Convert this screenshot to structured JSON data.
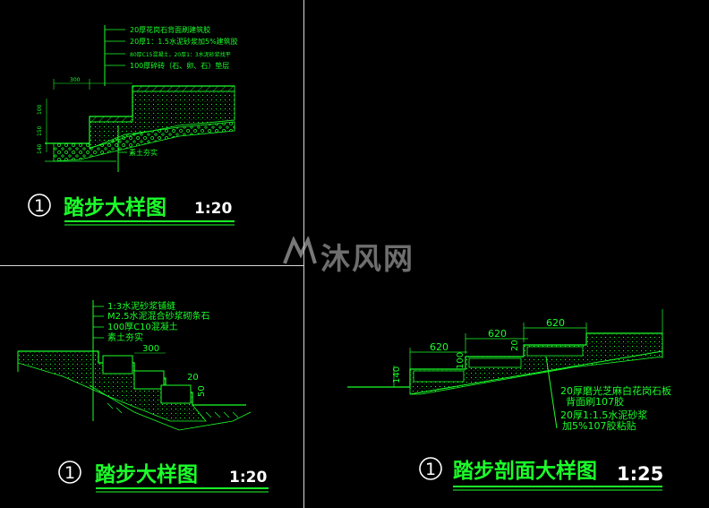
{
  "watermark": {
    "text": "沐风网"
  },
  "panel_top_left": {
    "callouts": [
      "20厚花岗石背面刷建筑胶",
      "20厚1：1.5水泥砂浆加5%建筑胶",
      "80厚C15混凝土，20厚1：3水泥砂浆找平",
      "100厚碎砖（石、卵、石）垫层"
    ],
    "dims": {
      "d300": "300",
      "d100": "100",
      "d150": "150",
      "d140": "140"
    },
    "soil_label": "素土夯实",
    "title_number": "1",
    "title_text": "踏步大样图",
    "scale": "1:20"
  },
  "panel_bottom_left": {
    "callouts": [
      "1:3水泥砂浆铺缝",
      "M2.5水泥混合砂浆砌条石",
      "100厚C10混凝土",
      "素土夯实"
    ],
    "dims": {
      "d300": "300",
      "d20": "20",
      "d50": "50"
    },
    "title_number": "1",
    "title_text": "踏步大样图",
    "scale": "1:20"
  },
  "panel_bottom_right": {
    "dims": {
      "d620a": "620",
      "d620b": "620",
      "d620c": "620",
      "d20": "20",
      "d100": "100",
      "d140": "140"
    },
    "callouts": [
      "20厚磨光芝麻白花岗石板",
      "背面刷107胶",
      "20厚1:1.5水泥砂浆",
      "加5%107胶粘贴"
    ],
    "title_number": "1",
    "title_text": "踏步剖面大样图",
    "scale": "1:25"
  },
  "colors": {
    "line": "#1bff2a",
    "bg": "#000000",
    "frame": "#d8d8d8",
    "title": "#ffffff"
  }
}
